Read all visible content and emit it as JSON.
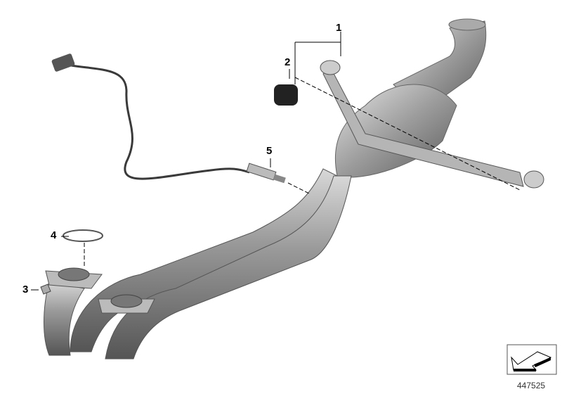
{
  "callouts": [
    {
      "number": "1",
      "part": "bracket"
    },
    {
      "number": "2",
      "part": "rubber-mount"
    },
    {
      "number": "3",
      "part": "nut"
    },
    {
      "number": "4",
      "part": "gasket"
    },
    {
      "number": "5",
      "part": "oxygen-sensor"
    }
  ],
  "diagram_id": "447525",
  "colors": {
    "metal": "#8a8a8a",
    "metal_light": "#c8c8c8",
    "cable": "#3a3a3a",
    "rubber": "#222222"
  }
}
